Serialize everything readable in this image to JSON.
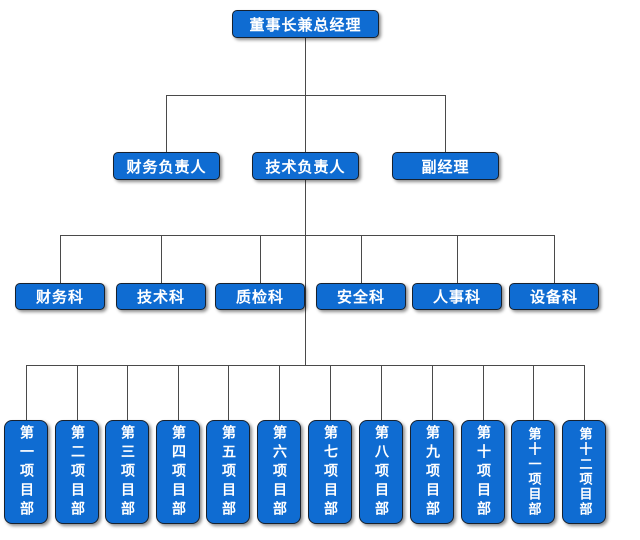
{
  "colors": {
    "node_fill": "#0f6cd2",
    "node_border": "#17212e",
    "node_text": "#ffffff",
    "connector": "#4a4a4a",
    "background": "#ffffff"
  },
  "org_chart": {
    "level1": [
      {
        "label": "董事长兼总经理"
      }
    ],
    "level2": [
      {
        "label": "财务负责人"
      },
      {
        "label": "技术负责人"
      },
      {
        "label": "副经理"
      }
    ],
    "level3": [
      {
        "label": "财务科"
      },
      {
        "label": "技术科"
      },
      {
        "label": "质检科"
      },
      {
        "label": "安全科"
      },
      {
        "label": "人事科"
      },
      {
        "label": "设备科"
      }
    ],
    "level4": [
      {
        "label": "第一项目部"
      },
      {
        "label": "第二项目部"
      },
      {
        "label": "第三项目部"
      },
      {
        "label": "第四项目部"
      },
      {
        "label": "第五项目部"
      },
      {
        "label": "第六项目部"
      },
      {
        "label": "第七项目部"
      },
      {
        "label": "第八项目部"
      },
      {
        "label": "第九项目部"
      },
      {
        "label": "第十项目部"
      },
      {
        "label": "第十一项目部"
      },
      {
        "label": "第十二项目部"
      }
    ]
  }
}
